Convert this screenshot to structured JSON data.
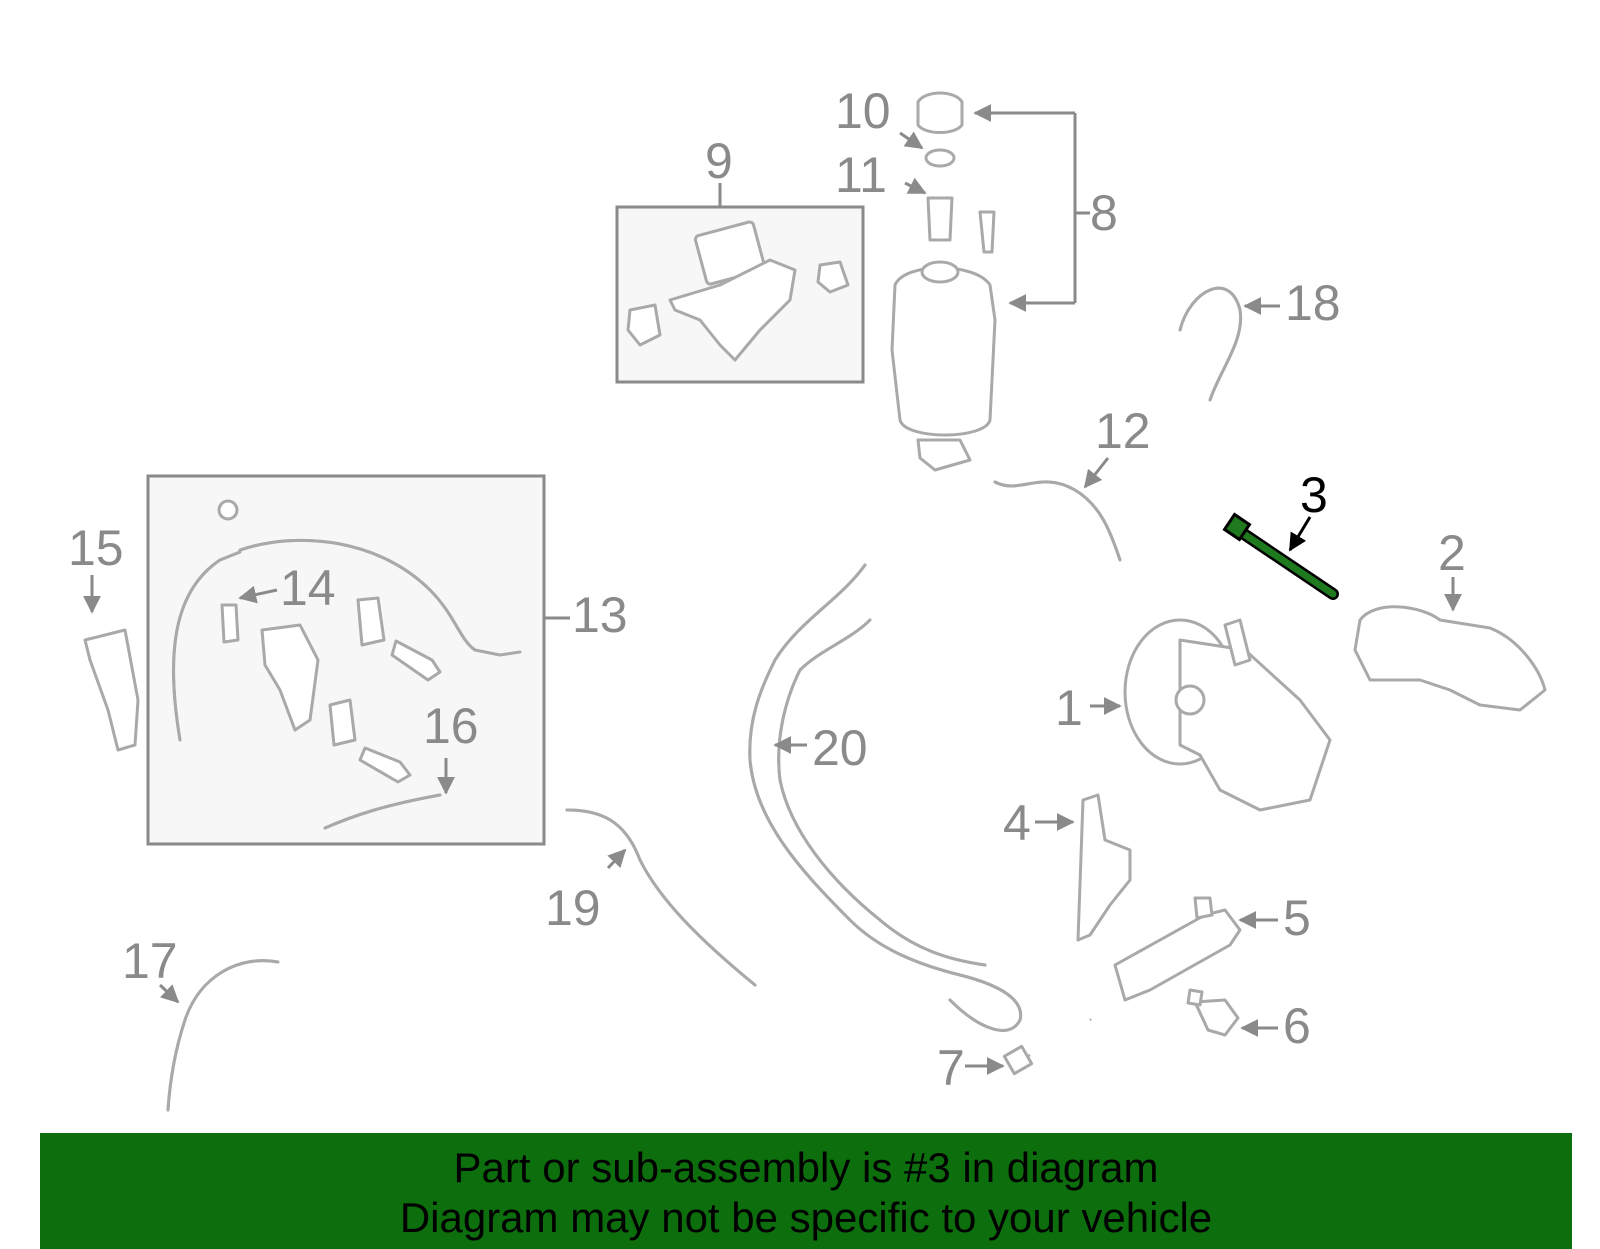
{
  "callouts": {
    "c1": "1",
    "c2": "2",
    "c3": "3",
    "c4": "4",
    "c5": "5",
    "c6": "6",
    "c7": "7",
    "c8": "8",
    "c9": "9",
    "c10": "10",
    "c11": "11",
    "c12": "12",
    "c13": "13",
    "c14": "14",
    "c15": "15",
    "c16": "16",
    "c17": "17",
    "c18": "18",
    "c19": "19",
    "c20": "20"
  },
  "highlight": {
    "part": "3",
    "color": "#1f7a1f"
  },
  "colors": {
    "banner": "#0d6e0d",
    "parts": "#a9a9a9",
    "labels": "#8a8a8a"
  },
  "banner": {
    "line1": "Part or sub-assembly is #3 in diagram",
    "line2": "Diagram may not be specific to your vehicle"
  }
}
